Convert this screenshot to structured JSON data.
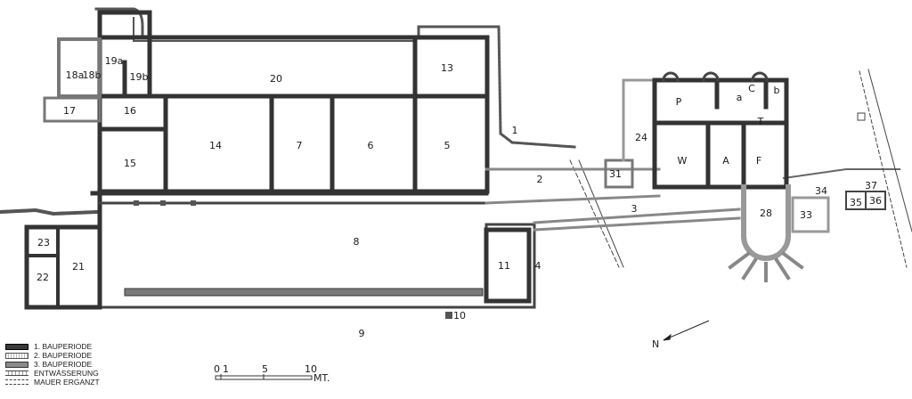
{
  "rooms": [
    {
      "id": "r1",
      "label": "1"
    },
    {
      "id": "r2",
      "label": "2"
    },
    {
      "id": "r3",
      "label": "3"
    },
    {
      "id": "r4",
      "label": "4"
    },
    {
      "id": "r5",
      "label": "5"
    },
    {
      "id": "r6",
      "label": "6"
    },
    {
      "id": "r7",
      "label": "7"
    },
    {
      "id": "r8",
      "label": "8"
    },
    {
      "id": "r9",
      "label": "9"
    },
    {
      "id": "r10",
      "label": "10"
    },
    {
      "id": "r11",
      "label": "11"
    },
    {
      "id": "r13",
      "label": "13"
    },
    {
      "id": "r14",
      "label": "14"
    },
    {
      "id": "r15",
      "label": "15"
    },
    {
      "id": "r16",
      "label": "16"
    },
    {
      "id": "r17",
      "label": "17"
    },
    {
      "id": "r18a",
      "label": "18a"
    },
    {
      "id": "r18b",
      "label": "18b"
    },
    {
      "id": "r19a",
      "label": "19a"
    },
    {
      "id": "r19b",
      "label": "19b"
    },
    {
      "id": "r20",
      "label": "20"
    },
    {
      "id": "r21",
      "label": "21"
    },
    {
      "id": "r22",
      "label": "22"
    },
    {
      "id": "r23",
      "label": "23"
    },
    {
      "id": "r24",
      "label": "24"
    },
    {
      "id": "r28",
      "label": "28"
    },
    {
      "id": "r31",
      "label": "31"
    },
    {
      "id": "r33",
      "label": "33"
    },
    {
      "id": "r34",
      "label": "34"
    },
    {
      "id": "r35",
      "label": "35"
    },
    {
      "id": "r36",
      "label": "36"
    },
    {
      "id": "r37",
      "label": "37"
    },
    {
      "id": "rP",
      "label": "P"
    },
    {
      "id": "rC",
      "label": "C"
    },
    {
      "id": "ra",
      "label": "a"
    },
    {
      "id": "rb",
      "label": "b"
    },
    {
      "id": "rT",
      "label": "T"
    },
    {
      "id": "rW",
      "label": "W"
    },
    {
      "id": "rA",
      "label": "A"
    },
    {
      "id": "rF",
      "label": "F"
    }
  ],
  "legend": [
    {
      "label": "1. BAUPERIODE"
    },
    {
      "label": "2. BAUPERIODE"
    },
    {
      "label": "3. BAUPERIODE"
    },
    {
      "label": "ENTWÄSSERUNG"
    },
    {
      "label": "MAUER ERGANZT"
    }
  ],
  "scale": {
    "ticks": [
      "0",
      "1",
      "5",
      "10"
    ],
    "unit": "MT."
  },
  "north": {
    "label": "N"
  }
}
